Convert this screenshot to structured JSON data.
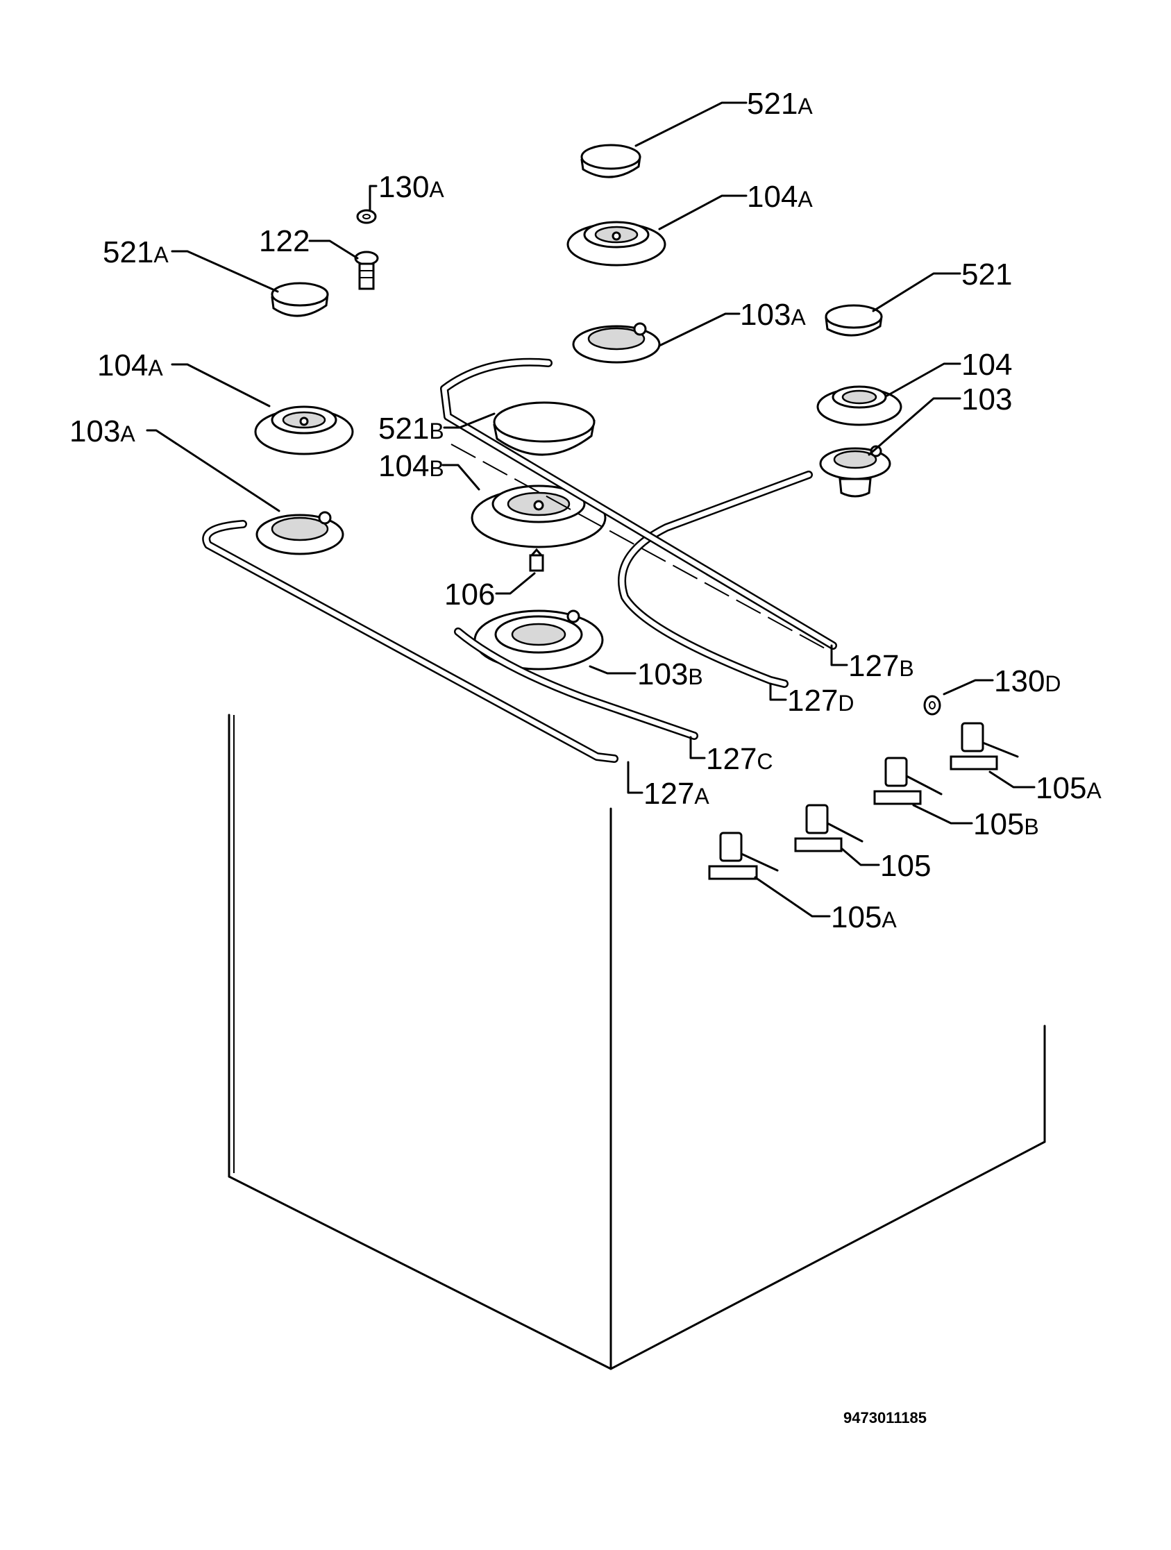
{
  "diagram": {
    "document_code": "9473011185",
    "callouts": [
      {
        "num": "521",
        "suf": "A"
      },
      {
        "num": "104",
        "suf": "A"
      },
      {
        "num": "130",
        "suf": "A"
      },
      {
        "num": "122",
        "suf": ""
      },
      {
        "num": "521",
        "suf": "A"
      },
      {
        "num": "103",
        "suf": "A"
      },
      {
        "num": "521",
        "suf": ""
      },
      {
        "num": "104",
        "suf": "A"
      },
      {
        "num": "104",
        "suf": ""
      },
      {
        "num": "103",
        "suf": ""
      },
      {
        "num": "521",
        "suf": "B"
      },
      {
        "num": "103",
        "suf": "A"
      },
      {
        "num": "104",
        "suf": "B"
      },
      {
        "num": "106",
        "suf": ""
      },
      {
        "num": "127",
        "suf": "B"
      },
      {
        "num": "103",
        "suf": "B"
      },
      {
        "num": "130",
        "suf": "D"
      },
      {
        "num": "127",
        "suf": "D"
      },
      {
        "num": "127",
        "suf": "C"
      },
      {
        "num": "105",
        "suf": "A"
      },
      {
        "num": "127",
        "suf": "A"
      },
      {
        "num": "105",
        "suf": "B"
      },
      {
        "num": "105",
        "suf": ""
      },
      {
        "num": "105",
        "suf": "A"
      }
    ]
  }
}
